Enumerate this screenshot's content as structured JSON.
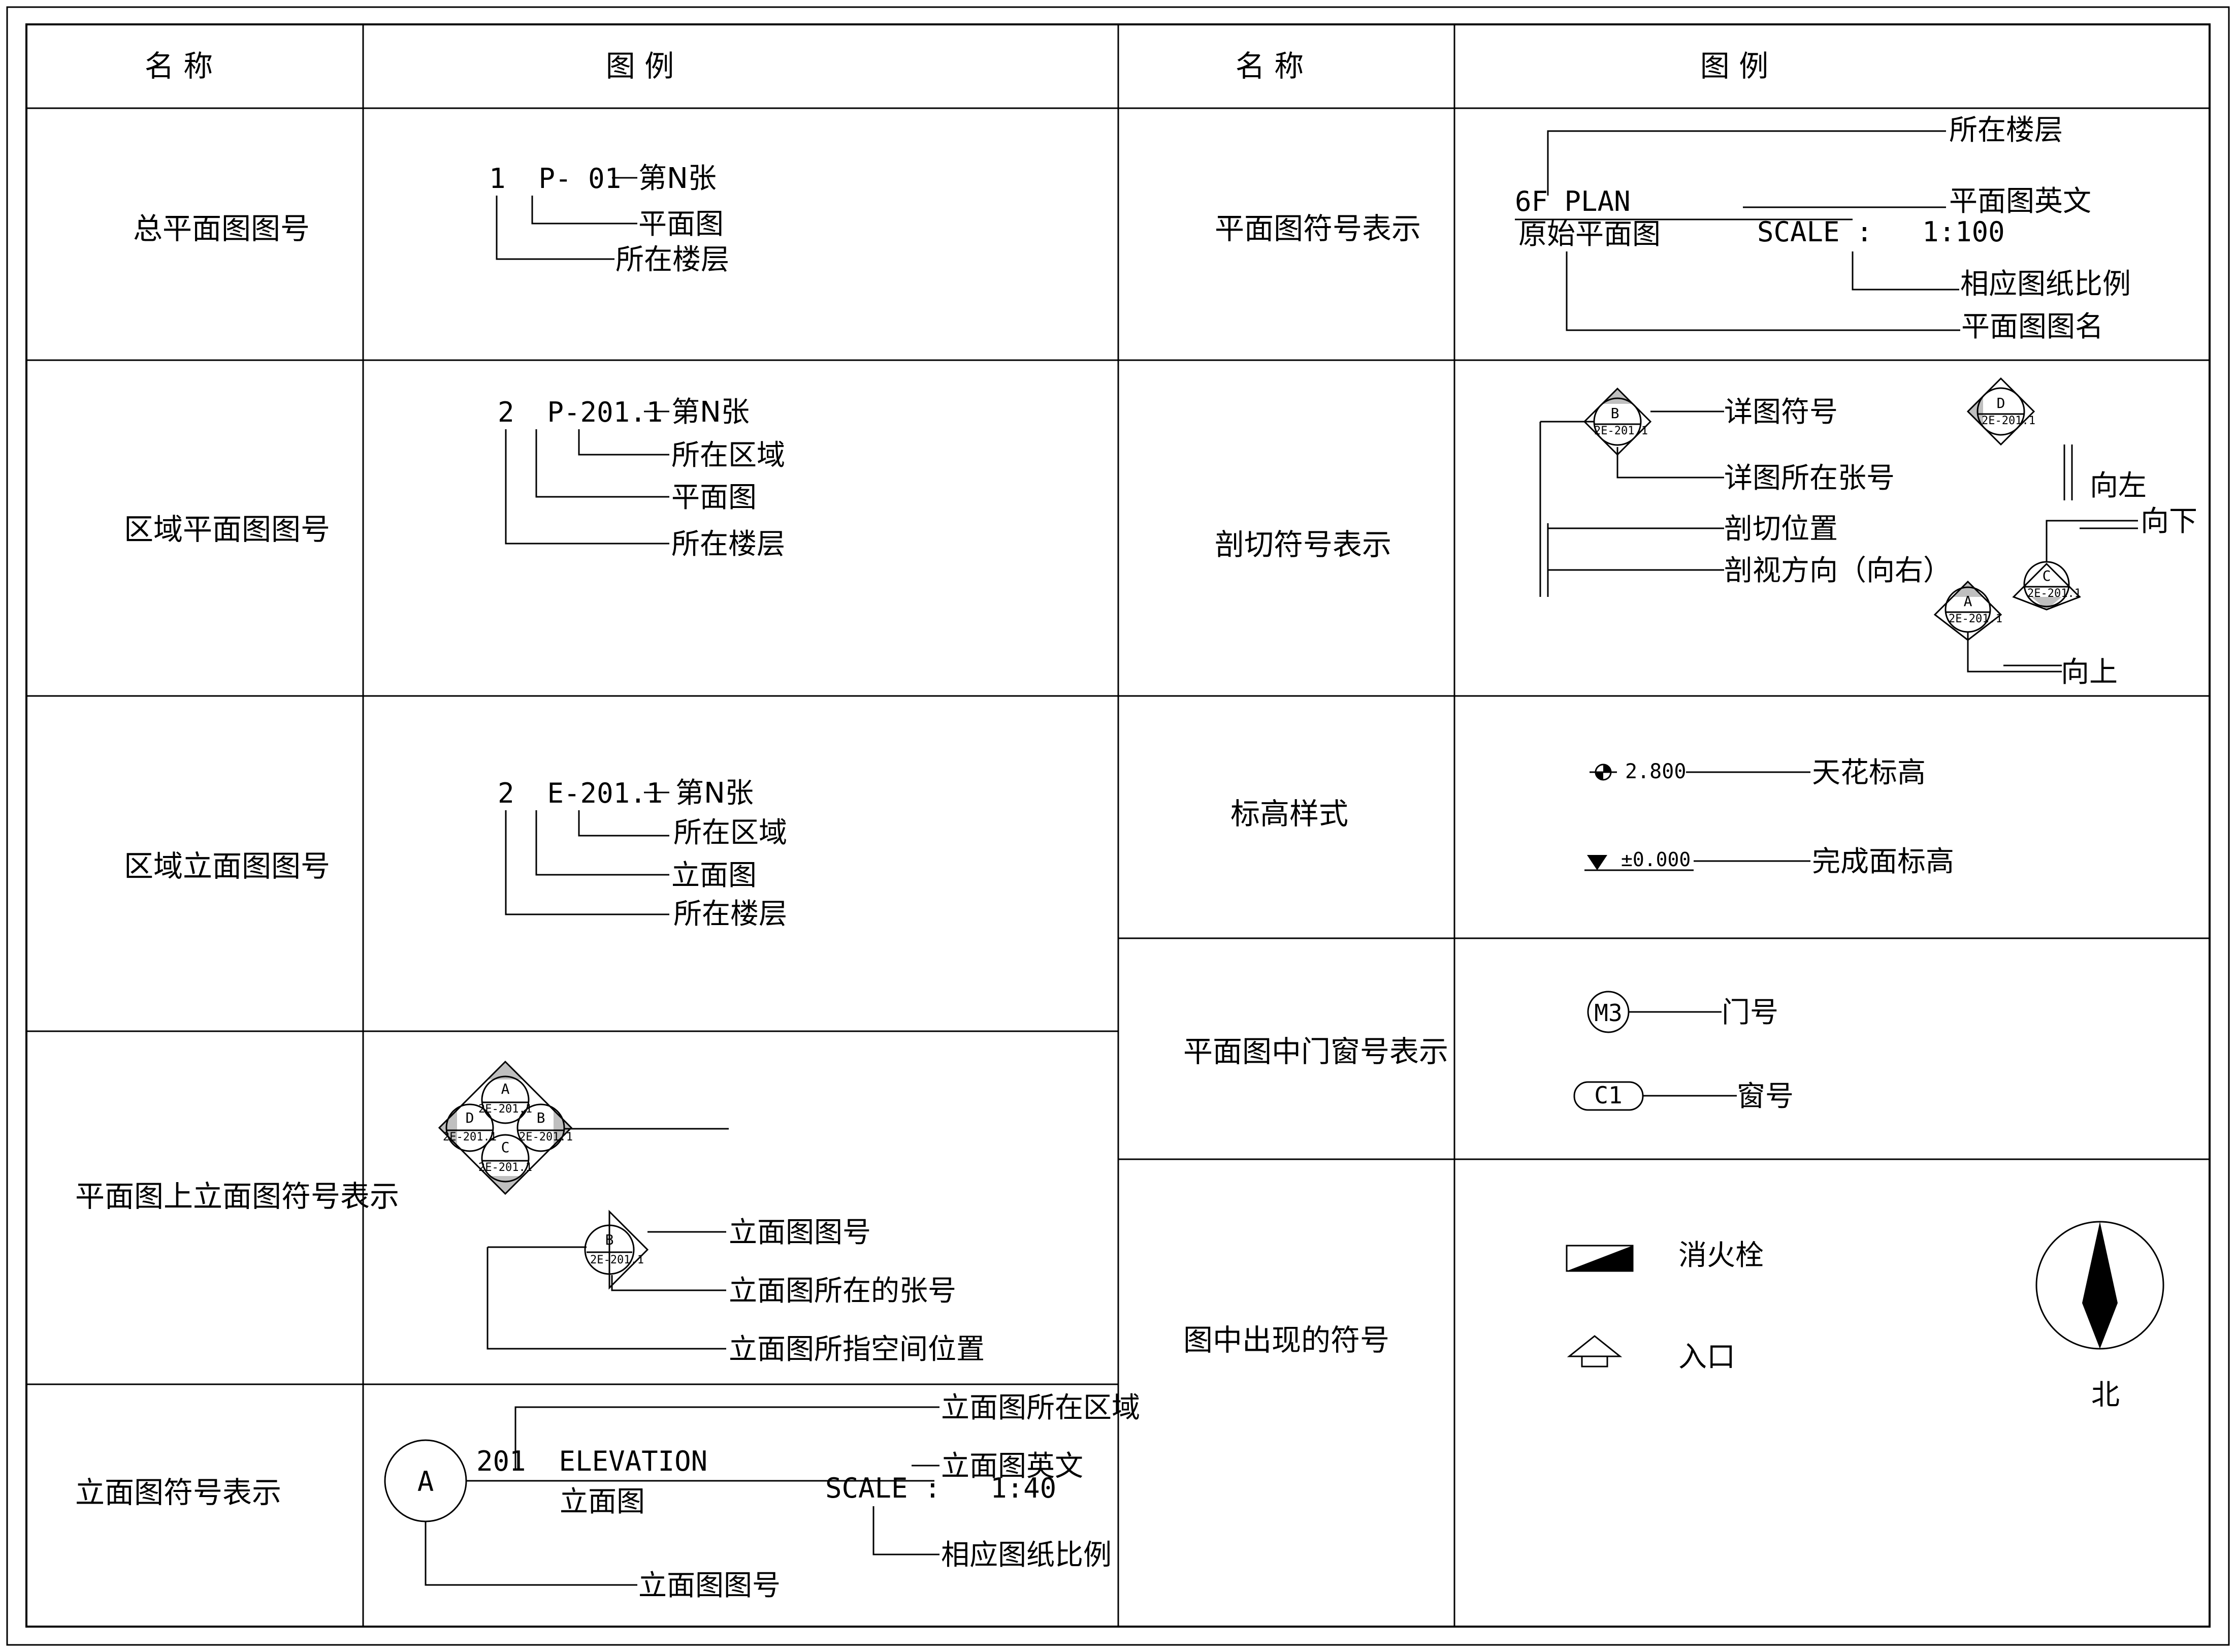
{
  "header": {
    "left_name": "名 称",
    "left_legend": "图 例",
    "right_name": "名 称",
    "right_legend": "图 例"
  },
  "rows_left": [
    {
      "name": "总平面图图号",
      "code": "1  P- 01",
      "labels": [
        "第N张",
        "平面图",
        "所在楼层"
      ]
    },
    {
      "name": "区域平面图图号",
      "code": "2  P-201.1",
      "labels": [
        "第N张",
        "所在区域",
        "平面图",
        "所在楼层"
      ]
    },
    {
      "name": "区域立面图图号",
      "code": "2  E-201.1",
      "labels": [
        "第N张",
        "所在区域",
        "立面图",
        "所在楼层"
      ]
    },
    {
      "name": "平面图上立面图符号表示",
      "symbol_letters": [
        "A",
        "B",
        "C",
        "D"
      ],
      "symbol_sheet": "2E-201.1",
      "labels": [
        "立面图图号",
        "立面图所在的张号",
        "立面图所指空间位置"
      ]
    },
    {
      "name": "立面图符号表示",
      "circle": "A",
      "code": "201  ELEVATION",
      "sub": "立面图",
      "scale": "SCALE :   1:40",
      "labels": [
        "立面图所在区域",
        "立面图英文",
        "相应图纸比例",
        "立面图图号"
      ]
    }
  ],
  "rows_right": [
    {
      "name": "平面图符号表示",
      "code": "6F PLAN",
      "sub": "原始平面图",
      "scale": "SCALE :   1:100",
      "labels": [
        "所在楼层",
        "平面图英文",
        "相应图纸比例",
        "平面图图名"
      ]
    },
    {
      "name": "剖切符号表示",
      "letters": [
        "B",
        "D",
        "A",
        "C"
      ],
      "sheet": "2E-201.1",
      "labels": [
        "详图符号",
        "详图所在张号",
        "剖切位置",
        "剖视方向（向右）",
        "向左",
        "向下",
        "向上"
      ]
    },
    {
      "name": "标高样式",
      "ceiling_value": "2.800",
      "ceiling_label": "天花标高",
      "floor_value": "±0.000",
      "floor_label": "完成面标高"
    },
    {
      "name": "平面图中门窗号表示",
      "door_tag": "M3",
      "door_label": "门号",
      "window_tag": "C1",
      "window_label": "窗号"
    },
    {
      "name": "图中出现的符号",
      "hydrant_label": "消火栓",
      "entrance_label": "入口",
      "north_label": "北"
    }
  ]
}
